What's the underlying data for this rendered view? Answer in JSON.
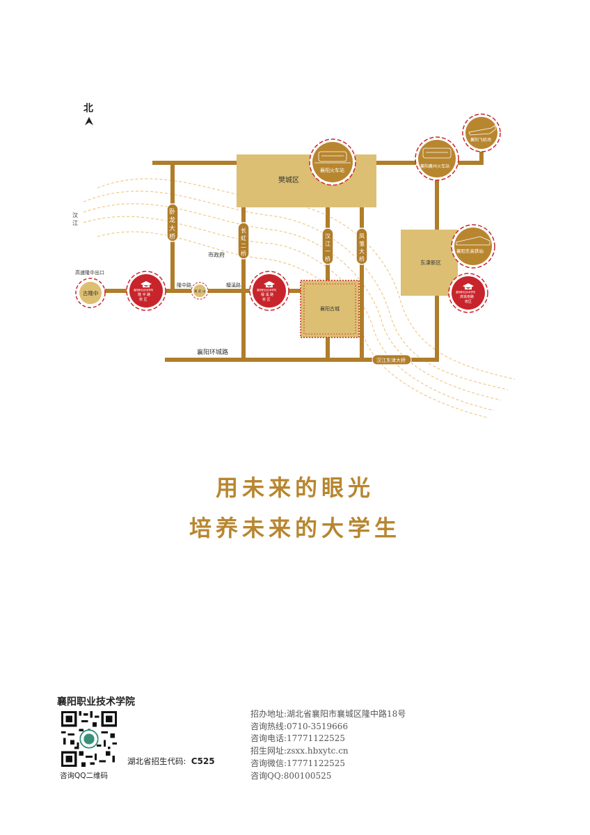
{
  "map": {
    "north_label": "北",
    "districts": {
      "fancheng": "樊城区",
      "dongjin": "东津新区",
      "old_town": "襄阳古城"
    },
    "river": {
      "name_chars": [
        "汉",
        "江"
      ]
    },
    "bridges": {
      "wolong": [
        "卧",
        "龙",
        "大",
        "桥"
      ],
      "changhong": [
        "长",
        "虹",
        "二",
        "桥"
      ],
      "hanjiang1": [
        "汉",
        "江",
        "一",
        "桥"
      ],
      "fengchu": [
        "凤",
        "雏",
        "大",
        "桥"
      ],
      "dongjin_bridge": "汉江东津大桥"
    },
    "roads": {
      "longzhong": "隆中路",
      "tanxi": "檀溪路",
      "ring": "襄阳环城路",
      "expressway_exit": "高速隆中出口"
    },
    "places": {
      "city_hall": "市政府",
      "gulongzhong": "古隆中",
      "zhenwushan": "真 武 山"
    },
    "stations": {
      "xiangyang_train": "襄阳火车站",
      "xiangzhou_train": "襄阳襄州火车站",
      "airport": "襄阳飞机场",
      "east_hsr": "襄阳东高铁站"
    },
    "campuses": {
      "college_name": "襄阳职业技术学院",
      "longzhong": [
        "隆 中 路",
        "校   区"
      ],
      "tanxi": [
        "檀 溪 路",
        "校   区"
      ],
      "gaotie": [
        "高铁南路",
        "校区"
      ]
    }
  },
  "slogan": {
    "line1": "用未来的眼光",
    "line2": "培养未来的大学生"
  },
  "footer": {
    "college_name": "襄阳职业技术学院",
    "qr_caption": "咨询QQ二维码",
    "code_label": "湖北省招生代码:",
    "code_value": "C525",
    "contact": [
      "招办地址:湖北省襄阳市襄城区隆中路18号",
      "咨询热线:0710-3519666",
      "咨询电话:17771122525",
      "招生网址:zsxx.hbxytc.cn",
      "咨询微信:17771122525",
      "咨询QQ:800100525"
    ]
  },
  "colors": {
    "road": "#b07d2a",
    "district": "#dcbf73",
    "campus": "#c7252b",
    "station": "#b8862f",
    "river_dash": "#f0c888",
    "text_gold": "#b8862f"
  }
}
